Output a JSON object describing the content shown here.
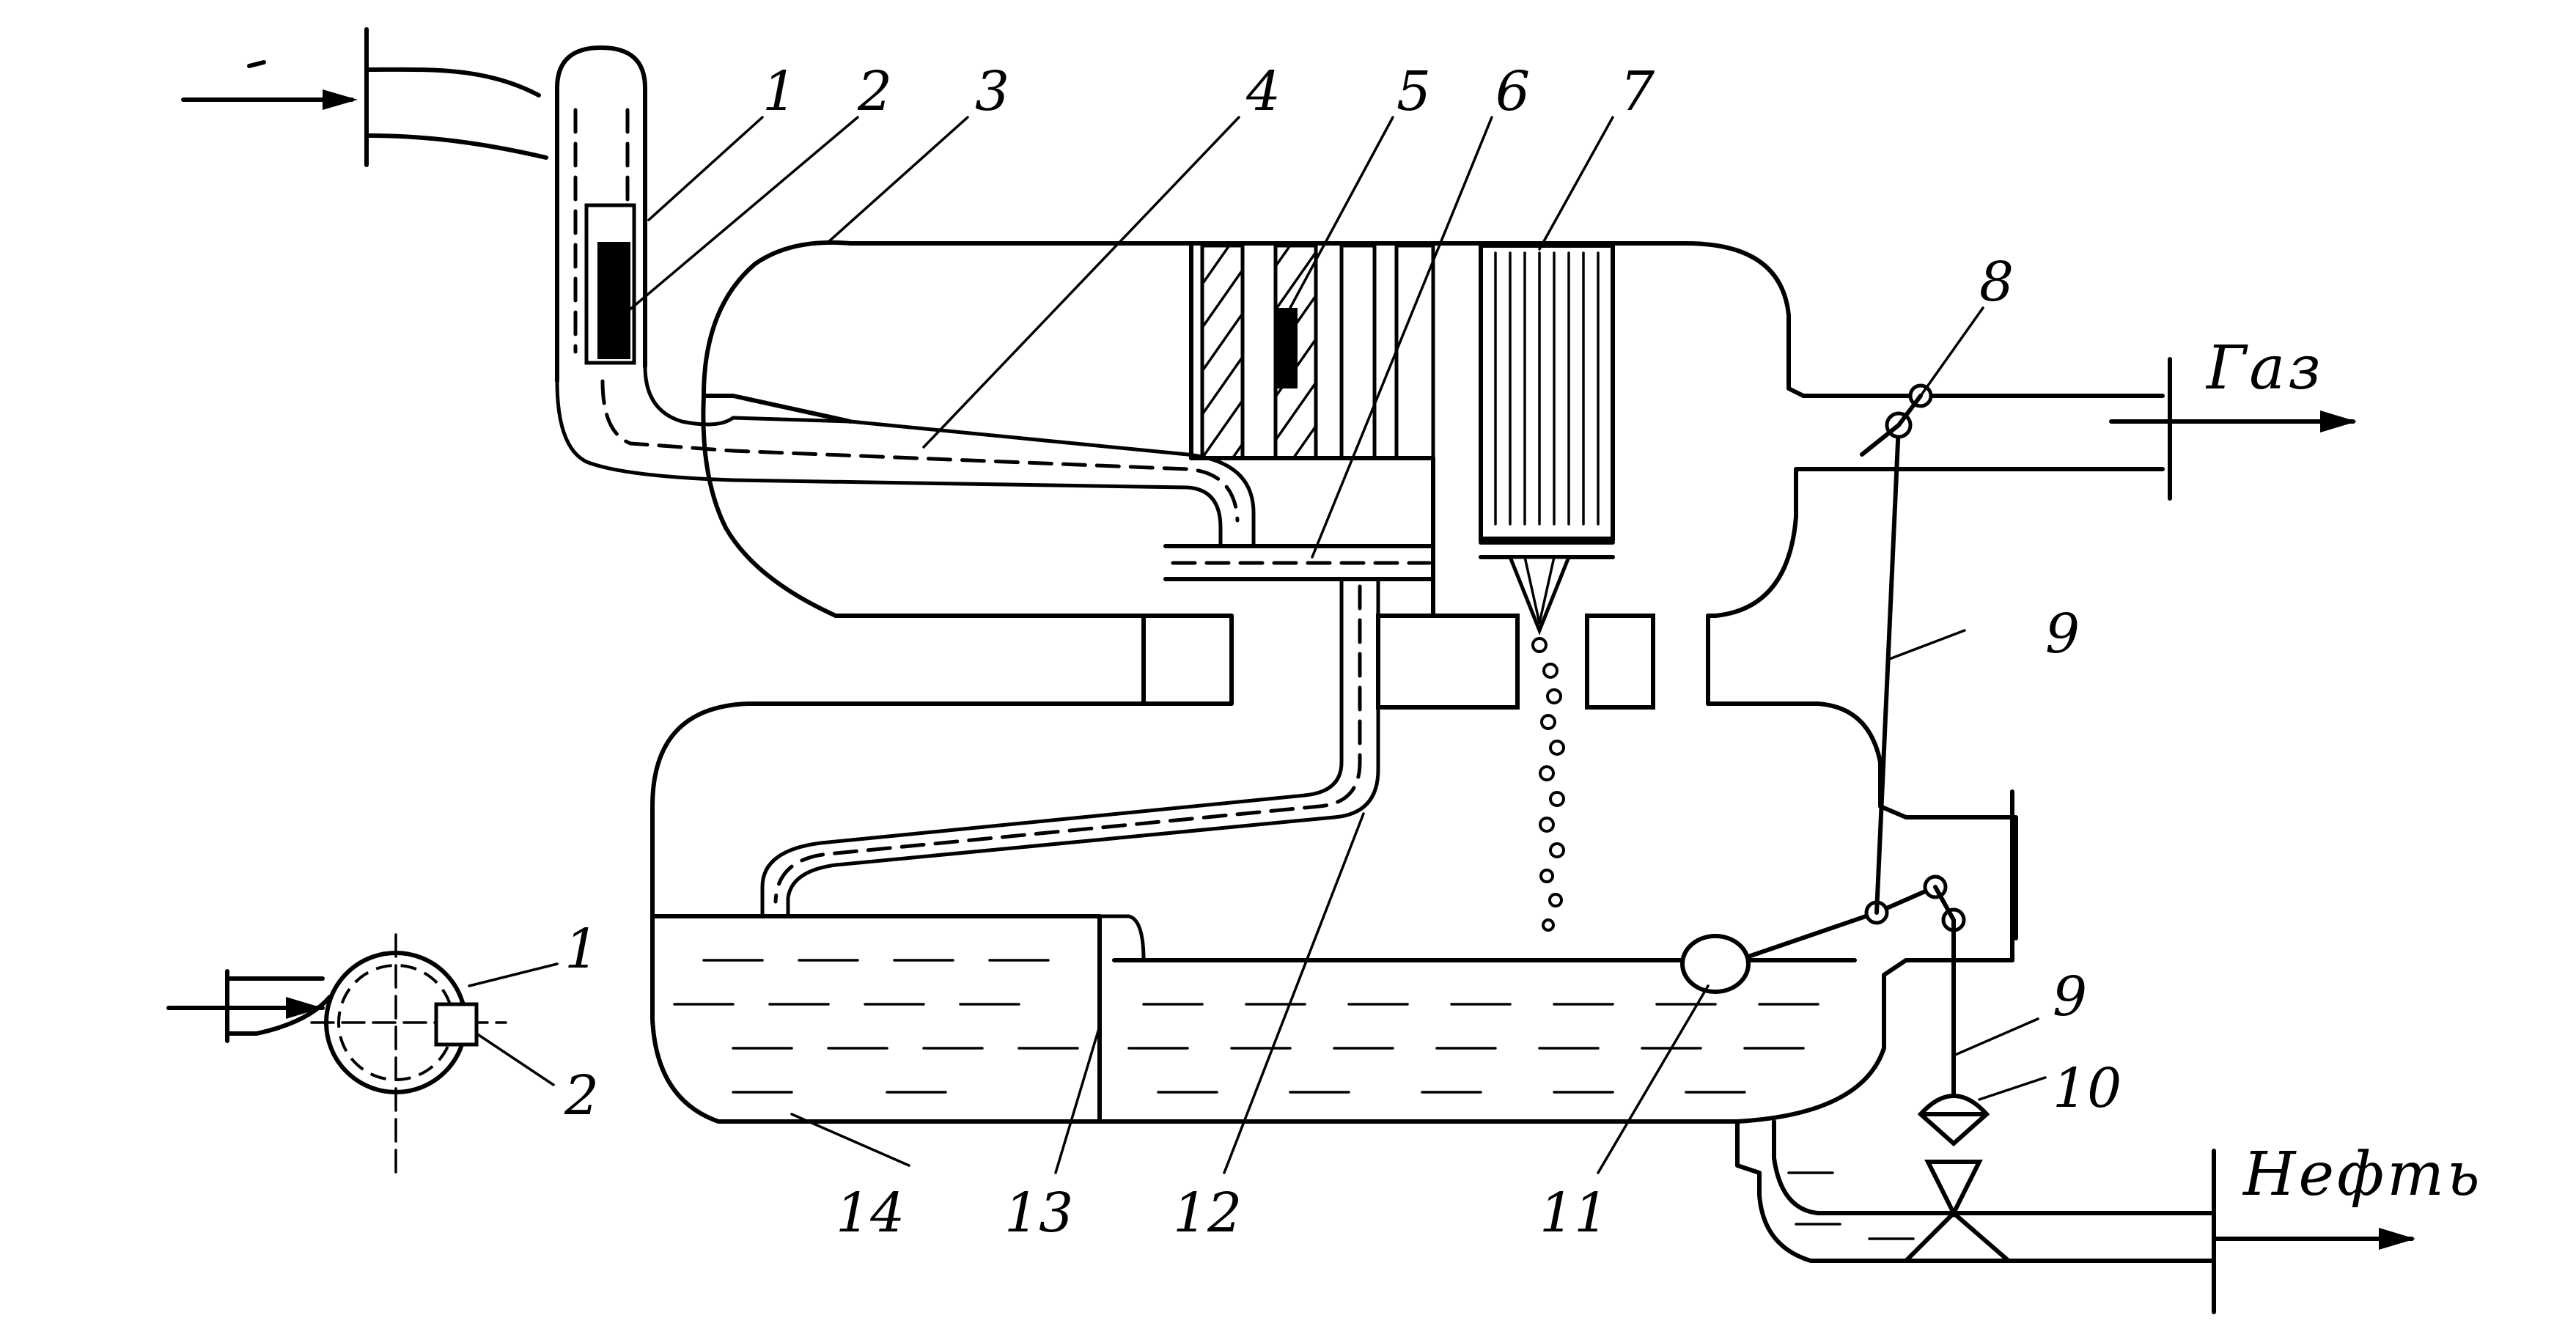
{
  "labels": {
    "n1": "1",
    "n2": "2",
    "n3": "3",
    "n4": "4",
    "n5": "5",
    "n6": "6",
    "n7": "7",
    "n8": "8",
    "n9a": "9",
    "n9b": "9",
    "n10": "10",
    "n11": "11",
    "n12": "12",
    "n13": "13",
    "n14": "14",
    "inset1": "1",
    "inset2": "2"
  },
  "flows": {
    "gas": "Газ",
    "oil": "Нефть"
  }
}
